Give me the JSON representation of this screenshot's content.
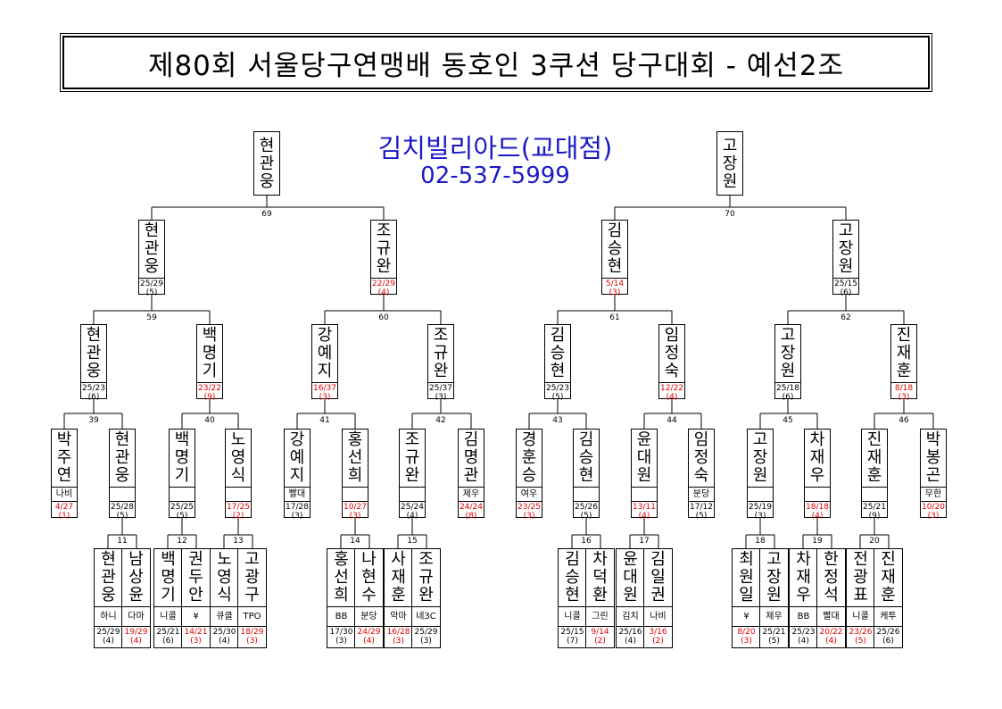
{
  "title": "제80회 서울당구연맹배 동호인 3쿠션 당구대회 - 예선2조",
  "sponsor": {
    "name": "김치빌리아드(교대점)",
    "phone": "02-537-5999"
  },
  "colors": {
    "text": "#000000",
    "loss": "#e00000",
    "sponsor": "#1a1ac8"
  },
  "finals": [
    {
      "name": "현관웅"
    },
    {
      "name": "고장원"
    }
  ],
  "r3": [
    {
      "name": "현관웅",
      "score": "25/29",
      "inn": "(5)"
    },
    {
      "name": "조규완",
      "score": "22/29",
      "inn": "(4)",
      "lost": true
    },
    {
      "name": "김승현",
      "score": "5/14",
      "inn": "(3)",
      "lost": true
    },
    {
      "name": "고장원",
      "score": "25/15",
      "inn": "(6)"
    }
  ],
  "r2": [
    {
      "name": "현관웅",
      "score": "25/23",
      "inn": "(6)"
    },
    {
      "name": "백명기",
      "score": "23/22",
      "inn": "(9)",
      "lost": true
    },
    {
      "name": "강예지",
      "score": "16/37",
      "inn": "(3)",
      "lost": true
    },
    {
      "name": "조규완",
      "score": "25/37",
      "inn": "(3)"
    },
    {
      "name": "김승현",
      "score": "25/23",
      "inn": "(5)"
    },
    {
      "name": "임정숙",
      "score": "12/22",
      "inn": "(4)",
      "lost": true
    },
    {
      "name": "고장원",
      "score": "25/18",
      "inn": "(6)"
    },
    {
      "name": "진재훈",
      "score": "8/18",
      "inn": "(3)",
      "lost": true
    }
  ],
  "r1": [
    {
      "name": "박주연",
      "team": "나비",
      "score": "4/27",
      "inn": "(1)",
      "lost": true
    },
    {
      "name": "현관웅",
      "team": "",
      "score": "25/28",
      "inn": "(5)"
    },
    {
      "name": "백명기",
      "team": "",
      "score": "25/25",
      "inn": "(5)"
    },
    {
      "name": "노영식",
      "team": "",
      "score": "17/25",
      "inn": "(2)",
      "lost": true
    },
    {
      "name": "강예지",
      "team": "빨대",
      "score": "17/28",
      "inn": "(3)"
    },
    {
      "name": "홍선희",
      "team": "",
      "score": "10/27",
      "inn": "(3)",
      "lost": true
    },
    {
      "name": "조규완",
      "team": "",
      "score": "25/24",
      "inn": "(4)"
    },
    {
      "name": "김명관",
      "team": "제우",
      "score": "24/24",
      "inn": "(8)",
      "lost": true
    },
    {
      "name": "경훈승",
      "team": "여우",
      "score": "23/25",
      "inn": "(3)",
      "lost": true
    },
    {
      "name": "김승현",
      "team": "",
      "score": "25/26",
      "inn": "(5)"
    },
    {
      "name": "윤대원",
      "team": "",
      "score": "13/11",
      "inn": "(4)",
      "lost": true
    },
    {
      "name": "임정숙",
      "team": "분당",
      "score": "17/12",
      "inn": "(5)"
    },
    {
      "name": "고장원",
      "team": "",
      "score": "25/19",
      "inn": "(3)"
    },
    {
      "name": "차재우",
      "team": "",
      "score": "18/18",
      "inn": "(4)",
      "lost": true
    },
    {
      "name": "진재훈",
      "team": "",
      "score": "25/21",
      "inn": "(9)"
    },
    {
      "name": "박봉곤",
      "team": "무한",
      "score": "10/20",
      "inn": "(3)",
      "lost": true
    }
  ],
  "r0": [
    {
      "a": {
        "name": "현관웅",
        "team": "하니",
        "score": "25/29",
        "inn": "(4)"
      },
      "b": {
        "name": "남상윤",
        "team": "다마",
        "score": "19/29",
        "inn": "(4)",
        "lost": true
      }
    },
    {
      "a": {
        "name": "백명기",
        "team": "니콜",
        "score": "25/21",
        "inn": "(6)"
      },
      "b": {
        "name": "권두안",
        "team": "¥",
        "score": "14/21",
        "inn": "(3)",
        "lost": true
      }
    },
    {
      "a": {
        "name": "노영식",
        "team": "큐클",
        "score": "25/30",
        "inn": "(4)"
      },
      "b": {
        "name": "고광구",
        "team": "TPO",
        "score": "18/29",
        "inn": "(3)",
        "lost": true
      }
    },
    {
      "a": {
        "name": "홍선희",
        "team": "BB",
        "score": "17/30",
        "inn": "(3)"
      },
      "b": {
        "name": "나현수",
        "team": "분당",
        "score": "24/29",
        "inn": "(4)",
        "lost": true
      }
    },
    {
      "a": {
        "name": "사재훈",
        "team": "악마",
        "score": "16/28",
        "inn": "(3)",
        "lost": true
      },
      "b": {
        "name": "조규완",
        "team": "네3C",
        "score": "25/29",
        "inn": "(3)"
      }
    },
    {
      "a": {
        "name": "김승현",
        "team": "니콜",
        "score": "25/15",
        "inn": "(7)"
      },
      "b": {
        "name": "차덕환",
        "team": "그린",
        "score": "9/14",
        "inn": "(2)",
        "lost": true
      }
    },
    {
      "a": {
        "name": "윤대원",
        "team": "김치",
        "score": "25/16",
        "inn": "(4)"
      },
      "b": {
        "name": "김일권",
        "team": "나비",
        "score": "3/16",
        "inn": "(2)",
        "lost": true
      }
    },
    {
      "a": {
        "name": "최원일",
        "team": "¥",
        "score": "8/20",
        "inn": "(3)",
        "lost": true
      },
      "b": {
        "name": "고장원",
        "team": "제우",
        "score": "25/21",
        "inn": "(5)"
      }
    },
    {
      "a": {
        "name": "차재우",
        "team": "BB",
        "score": "25/23",
        "inn": "(4)"
      },
      "b": {
        "name": "한정석",
        "team": "빨대",
        "score": "20/22",
        "inn": "(4)",
        "lost": true
      }
    },
    {
      "a": {
        "name": "전광표",
        "team": "니콜",
        "score": "23/26",
        "inn": "(5)",
        "lost": true
      },
      "b": {
        "name": "진재훈",
        "team": "케투",
        "score": "25/26",
        "inn": "(6)"
      }
    }
  ],
  "match_numbers": {
    "final": [
      "69",
      "70"
    ],
    "r3": [
      "59",
      "60",
      "61",
      "62"
    ],
    "r2": [
      "39",
      "40",
      "41",
      "42",
      "43",
      "44",
      "45",
      "46"
    ],
    "r0": [
      "11",
      "12",
      "13",
      "14",
      "15",
      "16",
      "17",
      "18",
      "19",
      "20"
    ]
  }
}
